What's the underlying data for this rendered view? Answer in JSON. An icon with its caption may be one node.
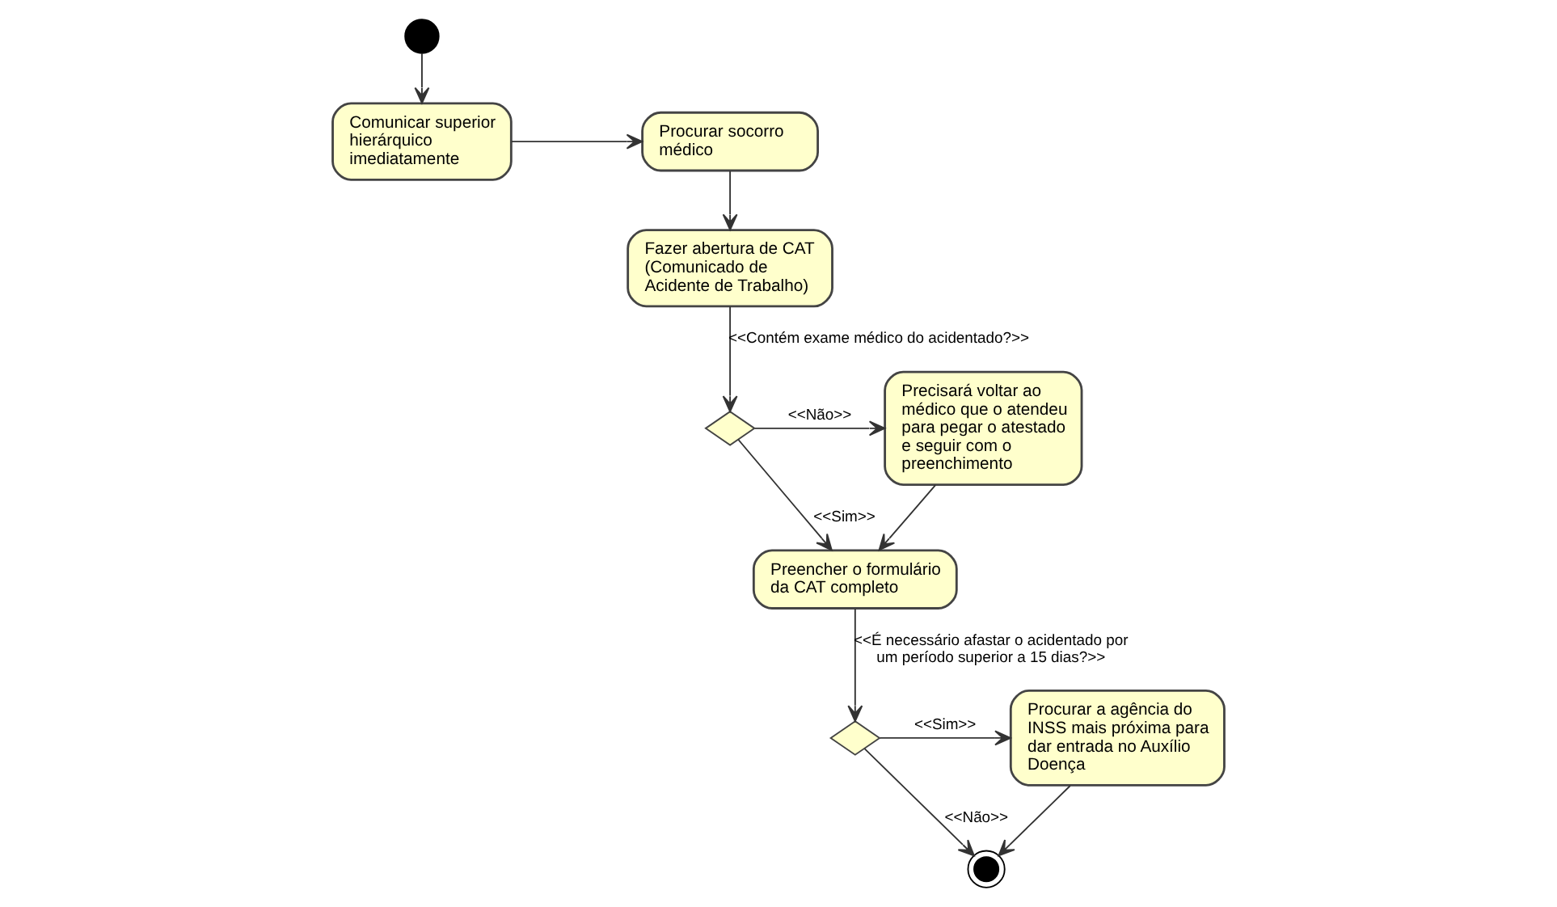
{
  "diagram": {
    "nodes": [
      {
        "text": [],
        "shape": "circle"
      },
      {
        "text": [
          "Comunicar superior hierárquico imediatamente"
        ]
      },
      {
        "text": [
          "Procurar socorro médico"
        ]
      },
      {
        "text": [
          "Fazer abertura de CAT (Comunicado de Acidente de Trabalho)"
        ]
      },
      {
        "text": [],
        "shape": "diamond"
      },
      {
        "text": [
          "Precisará voltar ao médico que o atendeu para pegar o atestado e seguir com o preenchimento"
        ]
      },
      {
        "text": [
          "Preencher o formulário da CAT completo"
        ]
      },
      {
        "text": [],
        "shape": "diamond"
      },
      {
        "text": [
          "Procurar a agência do INSS mais próxima para dar entrada no Auxílio Doença"
        ]
      },
      {
        "text": [],
        "shape": "bullseye"
      }
    ],
    "edges": [
      {
        "from": 0,
        "to": 1,
        "arrow": "to"
      },
      {
        "from": 1,
        "to": 2,
        "arrow": "to"
      },
      {
        "from": 2,
        "to": 3,
        "arrow": "to"
      },
      {
        "from": 3,
        "to": 4,
        "arrow": "to",
        "label": "<<Contém exame médico do acidentado?>>"
      },
      {
        "from": 4,
        "to": 5,
        "arrow": "to",
        "label": "<<Não>>"
      },
      {
        "from": 4,
        "to": 6,
        "arrow": "to",
        "label": "<<Sim>>"
      },
      {
        "from": 5,
        "to": 6,
        "arrow": "to"
      },
      {
        "from": 6,
        "to": 7,
        "arrow": "to",
        "label": "<<É necessário afastar o acidentado por um período superior a 15 dias?>>"
      },
      {
        "from": 7,
        "to": 8,
        "arrow": "to",
        "label": "<<Sim>>"
      },
      {
        "from": 8,
        "to": 9,
        "arrow": "to"
      },
      {
        "from": 7,
        "to": 9,
        "arrow": "to",
        "label": "<<Não>>"
      }
    ]
  }
}
